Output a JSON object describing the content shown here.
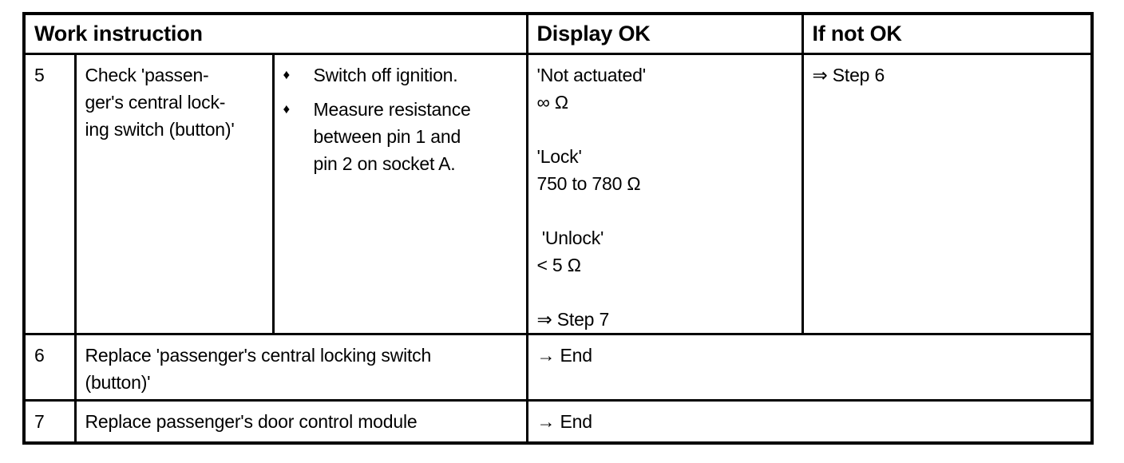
{
  "page": {
    "background_color": "#ffffff",
    "text_color": "#000000",
    "border_color": "#000000"
  },
  "table": {
    "bullet_glyph": "♦",
    "header": {
      "work_instruction": "Work instruction",
      "display_ok": "Display OK",
      "if_not_ok": "If not OK"
    },
    "rows": [
      {
        "step": "5",
        "task": "Check 'passen-\nger's central lock-\ning switch (button)'",
        "bullets": [
          "Switch off ignition.",
          "Measure resistance\nbetween pin 1 and\npin 2 on socket A."
        ],
        "display_ok": "'Not actuated'\n∞ Ω\n\n'Lock'\n750 to 780 Ω\n\n 'Unlock'\n< 5 Ω\n\n⇒ Step 7",
        "if_not_ok": "⇒ Step 6"
      },
      {
        "step": "6",
        "task": "Replace 'passenger's central locking switch\n(button)'",
        "result": "→ End"
      },
      {
        "step": "7",
        "task": "Replace passenger's door control module",
        "result": "→ End"
      }
    ]
  }
}
